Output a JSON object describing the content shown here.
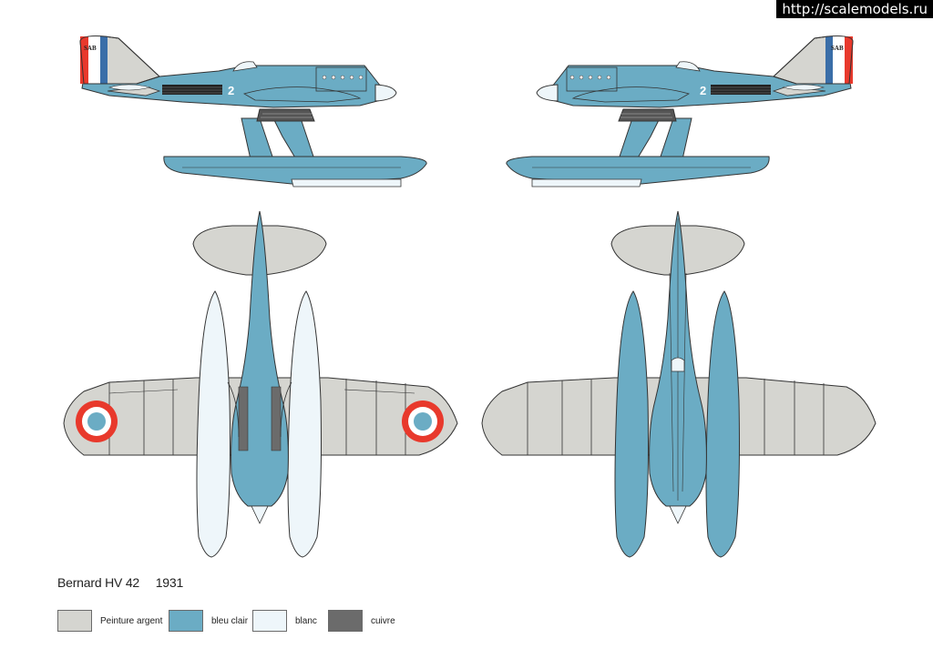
{
  "watermark": "http://scalemodels.ru",
  "caption": {
    "aircraft": "Bernard HV 42",
    "year": "1931"
  },
  "legend": [
    {
      "label": "Peinture argent",
      "color": "#d5d5d0"
    },
    {
      "label": "bleu clair",
      "color": "#6bacc4"
    },
    {
      "label": "blanc",
      "color": "#eef6fa"
    },
    {
      "label": "cuivre",
      "color": "#6b6b6b"
    }
  ],
  "markings": {
    "race_number": "2",
    "tail_text": "SAB",
    "roundel_colors": [
      "#e8392c",
      "#ffffff",
      "#6bacc4"
    ],
    "tail_flag_colors": [
      "#e8392c",
      "#ffffff",
      "#3a6ea8"
    ]
  }
}
